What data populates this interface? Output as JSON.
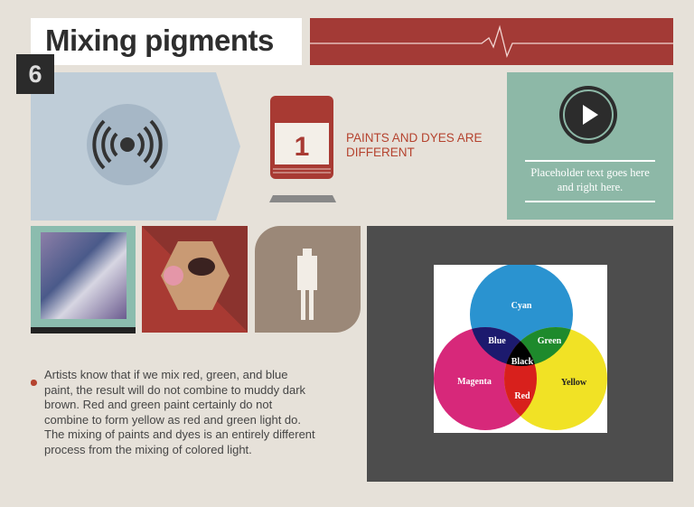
{
  "title": "Mixing pigments",
  "slide_number": "6",
  "calendar": {
    "day": "1",
    "heading": "PAINTS AND DYES ARE DIFFERENT"
  },
  "video_card": {
    "placeholder": "Placeholder text goes here and right here."
  },
  "paragraph": "Artists know that if we mix red, green, and blue paint, the result will do not combine to muddy dark brown. Red and green paint certainly do not combine to form yellow as red and green light do. The mixing of paints and dyes is an entirely different process from the mixing of colored light.",
  "venn": {
    "cyan": "Cyan",
    "magenta": "Magenta",
    "yellow": "Yellow",
    "blue": "Blue",
    "green": "Green",
    "red": "Red",
    "black": "Black"
  },
  "colors": {
    "accent": "#a33a36",
    "background": "#e6e1d9",
    "teal": "#8db8a7"
  }
}
